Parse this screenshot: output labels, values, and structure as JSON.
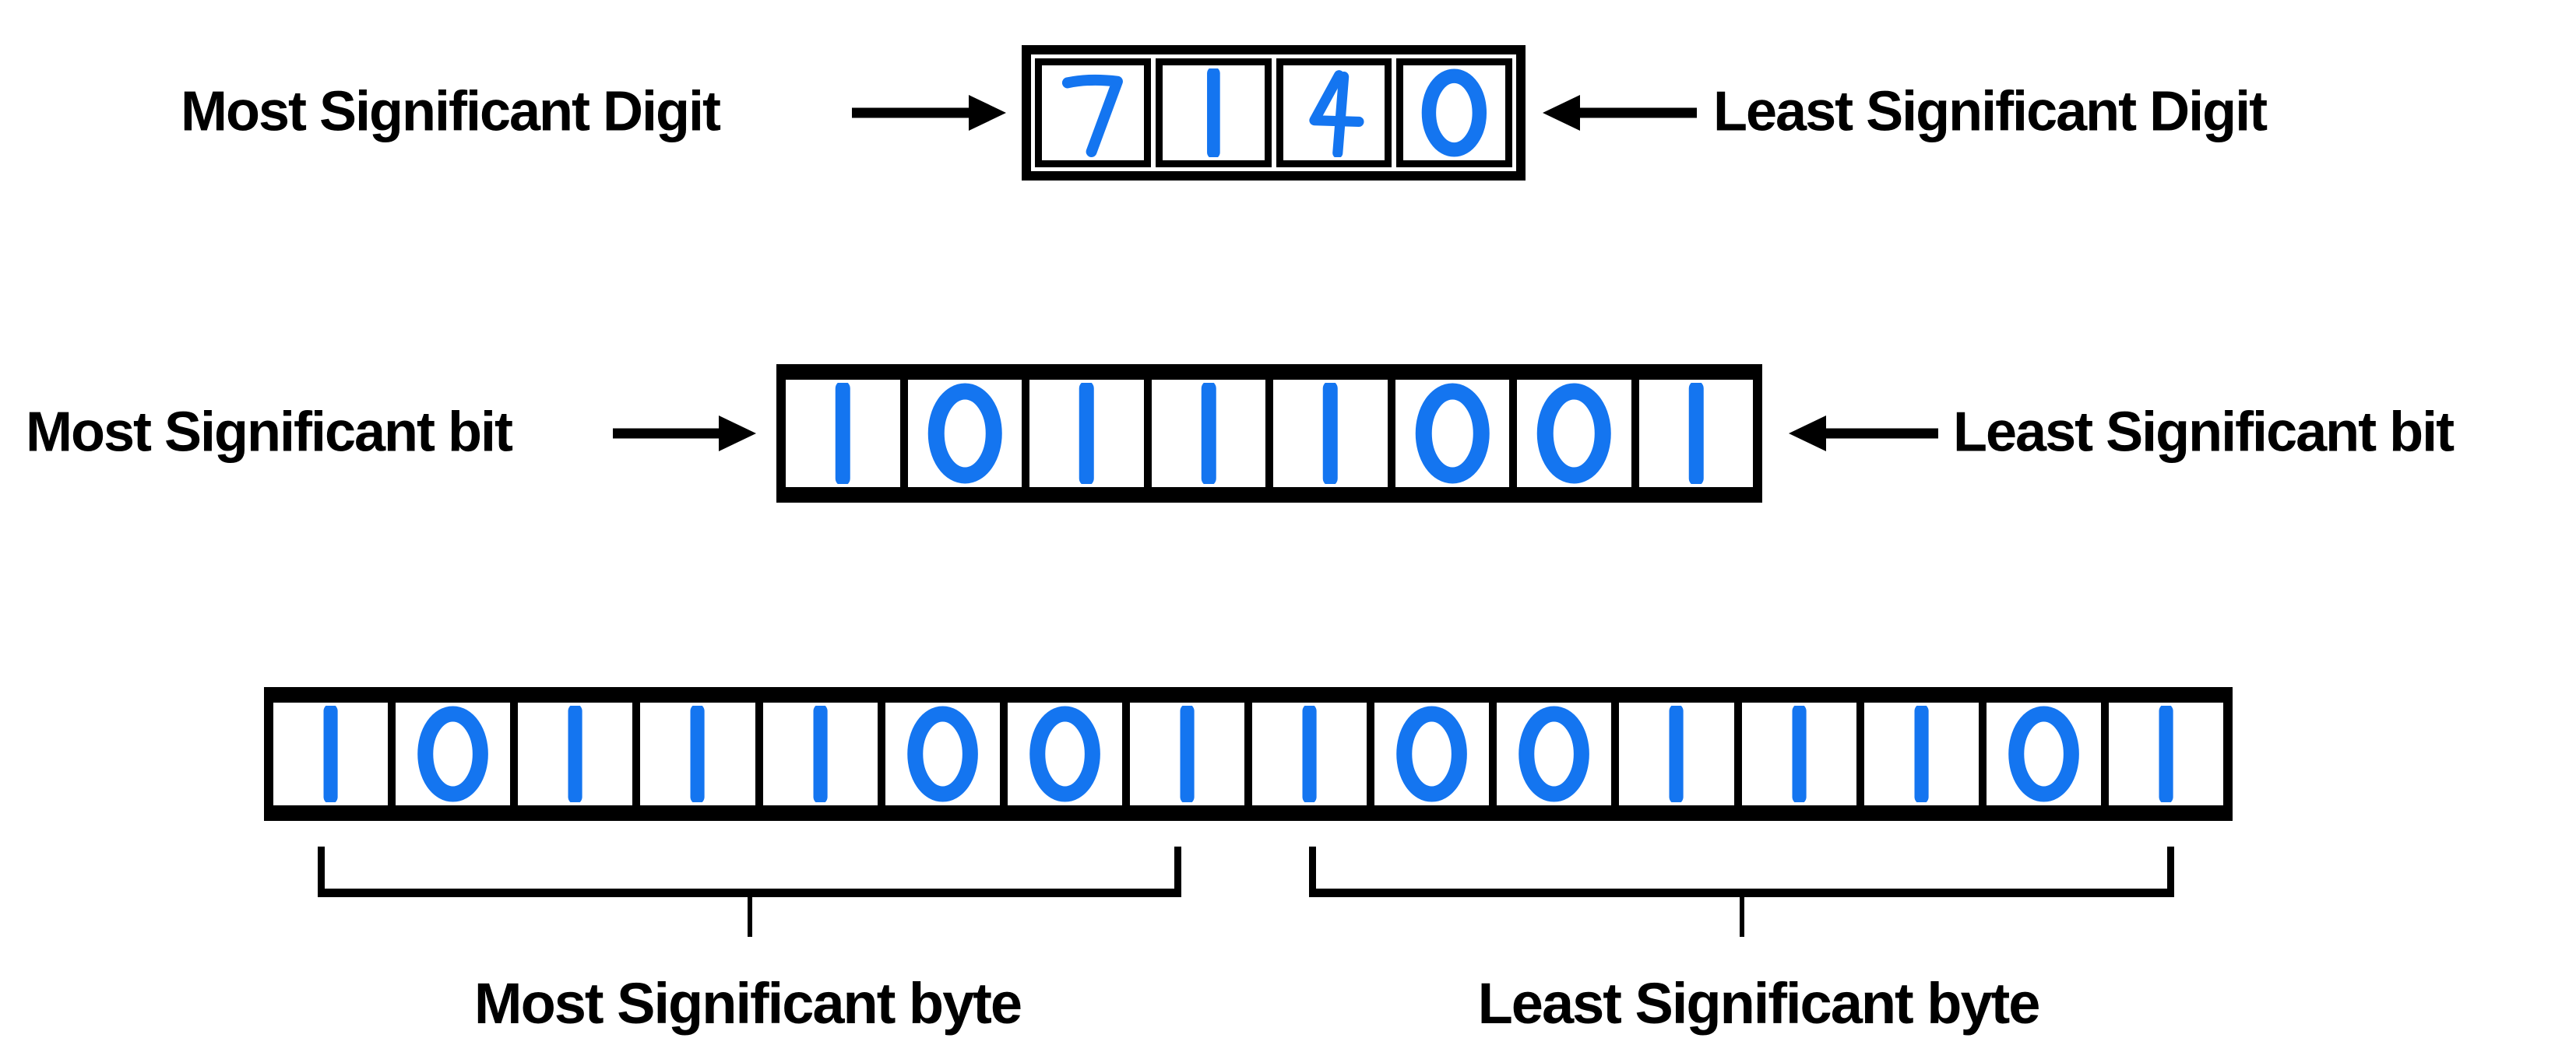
{
  "colors": {
    "ink": "#000000",
    "digit_blue": "#1475F0",
    "background": "#FFFFFF"
  },
  "decimal_row": {
    "left_label": "Most Significant Digit",
    "right_label": "Least Significant Digit",
    "cells": [
      "7",
      "1",
      "4",
      "0"
    ]
  },
  "binary_row": {
    "left_label": "Most Significant bit",
    "right_label": "Least Significant bit",
    "cells": [
      "1",
      "0",
      "1",
      "1",
      "1",
      "0",
      "0",
      "1"
    ]
  },
  "word_row": {
    "cells": [
      "1",
      "0",
      "1",
      "1",
      "1",
      "0",
      "0",
      "1",
      "1",
      "0",
      "0",
      "1",
      "1",
      "1",
      "0",
      "1"
    ],
    "msb_label": "Most Significant byte",
    "lsb_label": "Least Significant byte"
  }
}
